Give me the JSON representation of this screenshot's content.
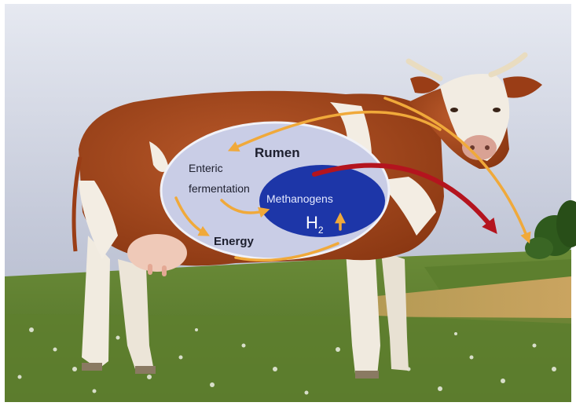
{
  "diagram": {
    "rumen_label": "Rumen",
    "enteric_label_line1": "Enteric",
    "enteric_label_line2": "fermentation",
    "methanogens_label": "Methanogens",
    "h2_main": "H",
    "h2_sub": "2",
    "energy_label": "Energy"
  },
  "colors": {
    "rumen_fill": "#c9cde6",
    "methanogen_fill": "#1d36a8",
    "arrow_orange": "#f0a93a",
    "arrow_red": "#b4141e",
    "coat_brown": "#a8471d",
    "coat_white": "#f3ede3",
    "sky_top": "#c9cedc",
    "grass": "#6f8f3c"
  },
  "icons": [
    "cow-illustration",
    "clover-flowers"
  ]
}
